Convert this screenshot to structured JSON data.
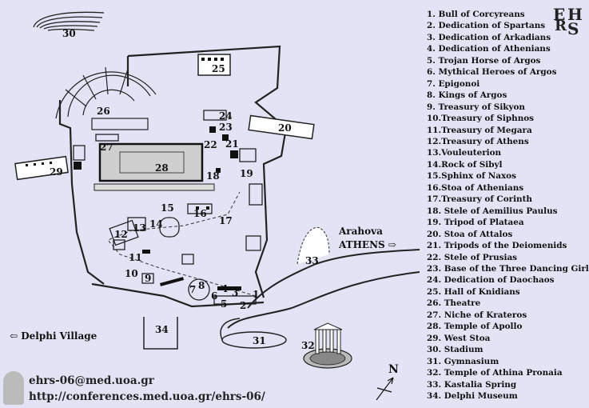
{
  "legend": [
    "1.  Bull of Corcyreans",
    "2.  Dedication of Spartans",
    "3.  Dedication of Arkadians",
    "4.  Dedication of Athenians",
    "5.  Trojan Horse of Argos",
    "6.  Mythical Heroes of Argos",
    "7.  Epigonoi",
    "8.  Kings of Argos",
    "9.  Treasury of Sikyon",
    "10.Treasury of Siphnos",
    "11.Treasury of Megara",
    "12.Treasury of Athens",
    "13.Vouleuterion",
    "14.Rock of Sibyl",
    "15.Sphinx of Naxos",
    "16.Stoa of Athenians",
    "17.Treasury of Corinth",
    "18.  Stele of Aemilius Paulus",
    "19.  Tripod of Plataea",
    "20.  Stoa of Attalos",
    "21.  Tripods of the Deiomenids",
    "22.  Stele of Prusias",
    "23.  Base of the Three Dancing Girls",
    "24.  Dedication of Daochaos",
    "25.  Hall of Knidians",
    "26.  Theatre",
    "27.  Niche of Krateros",
    "28.  Temple of Apollo",
    "29.  West Stoa",
    "30.  Stadium",
    "31.  Gymnasium",
    "32.  Temple of Athina Pronaia",
    "33.  Kastalia Spring",
    "34.  Delphi Museum"
  ],
  "map_numbers": [
    "1",
    "2",
    "3",
    "4",
    "5",
    "6",
    "7",
    "8",
    "9",
    "10",
    "11",
    "12",
    "13",
    "14",
    "15",
    "16",
    "17",
    "18",
    "19",
    "20",
    "21",
    "22",
    "23",
    "24",
    "25",
    "26",
    "27",
    "28",
    "29",
    "30",
    "31",
    "32",
    "33",
    "34"
  ],
  "places": {
    "arahova": "Arahova",
    "athens": "ATHENS ⇨",
    "delphi_village": "⇦ Delphi Village",
    "north": "N"
  },
  "logo_letters": [
    "E",
    "H",
    "R",
    "S"
  ],
  "footer": {
    "email": "ehrs-06@med.uoa.gr",
    "url": "http://conferences.med.uoa.gr/ehrs-06/"
  }
}
